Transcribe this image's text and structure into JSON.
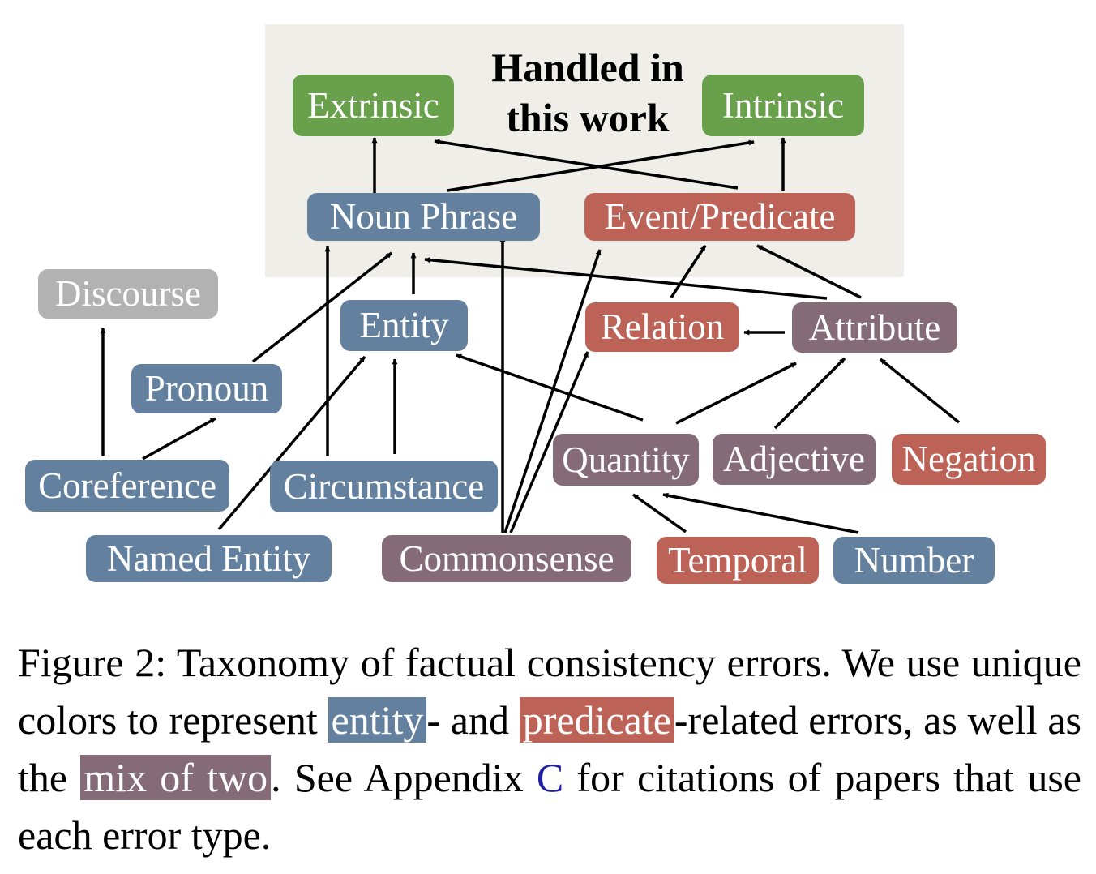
{
  "diagram": {
    "region_title_line1": "Handled in",
    "region_title_line2": "this work",
    "nodes": {
      "extrinsic": "Extrinsic",
      "intrinsic": "Intrinsic",
      "noun_phrase": "Noun Phrase",
      "event_predicate": "Event/Predicate",
      "discourse": "Discourse",
      "entity": "Entity",
      "relation": "Relation",
      "attribute": "Attribute",
      "pronoun": "Pronoun",
      "coreference": "Coreference",
      "circumstance": "Circumstance",
      "quantity": "Quantity",
      "adjective": "Adjective",
      "negation": "Negation",
      "named_entity": "Named Entity",
      "commonsense": "Commonsense",
      "temporal": "Temporal",
      "number": "Number"
    },
    "colors": {
      "green": "#69a04c",
      "entity_blue": "#63809f",
      "predicate_red": "#bc6257",
      "mix_purple": "#856a77",
      "gray": "#b2b2b2",
      "region_bg": "#efeee9"
    }
  },
  "caption": {
    "part1": "Figure 2: Taxonomy of factual consistency errors. We use unique colors to represent ",
    "hl_entity": "entity",
    "part2": "- and ",
    "hl_predicate": "predicate",
    "part3": "-related errors, as well as the ",
    "hl_mix": "mix of two",
    "part4": ".  See Appendix ",
    "ref": "C",
    "part5": " for citations of papers that use each error type."
  }
}
